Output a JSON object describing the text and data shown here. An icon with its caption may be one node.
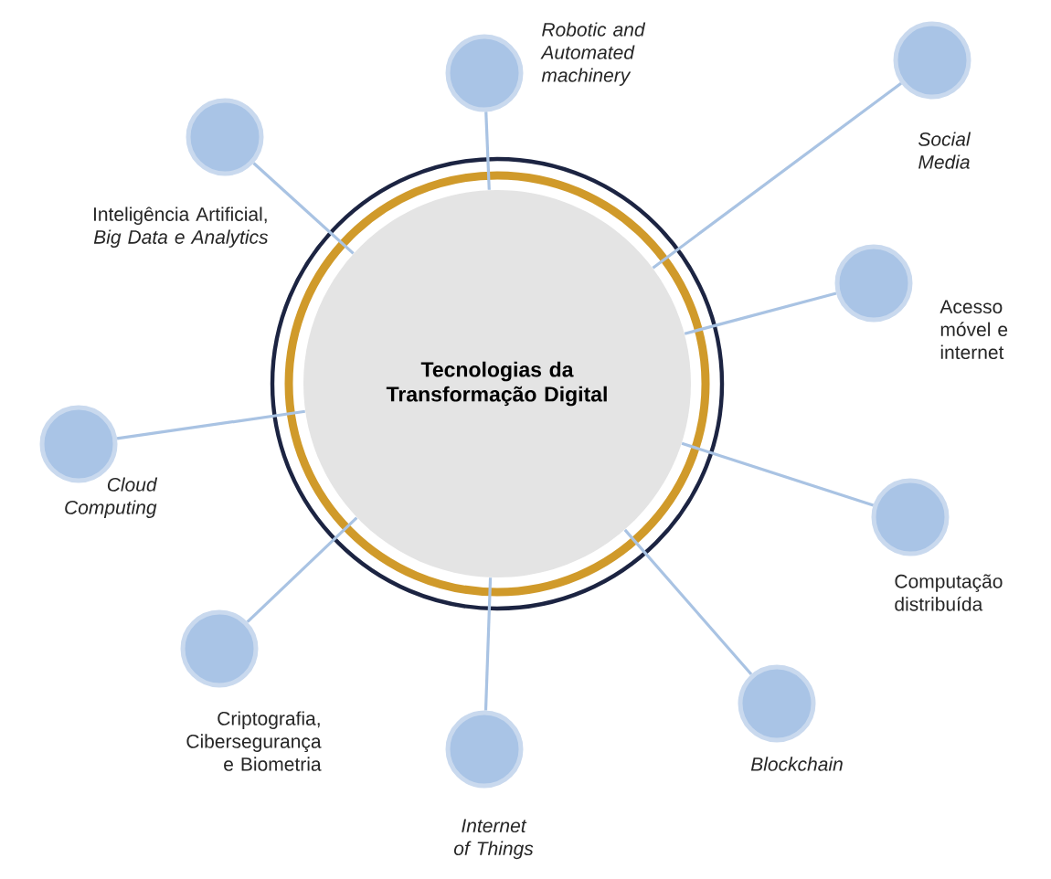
{
  "diagram": {
    "nodes": [
      {
        "text": [
          "Tecnologias da Transformação Digital"
        ]
      },
      {
        "text": [],
        "shape": "circle",
        "beside": [
          "Robotic and Automated machinery"
        ]
      },
      {
        "text": [],
        "shape": "circle",
        "beside": [
          "Social Media"
        ]
      },
      {
        "text": [],
        "shape": "circle",
        "beside": [
          "Inteligência Artificial, *Big Data e Analytics*"
        ]
      },
      {
        "text": [],
        "shape": "circle",
        "beside": [
          "Acesso móvel e internet"
        ]
      },
      {
        "text": [],
        "shape": "circle",
        "beside": [
          "Cloud Computing"
        ]
      },
      {
        "text": [],
        "shape": "circle",
        "beside": [
          "Computação distribuída"
        ]
      },
      {
        "text": [],
        "shape": "circle",
        "beside": [
          "Criptografia, Cibersegurança e Biometria"
        ]
      },
      {
        "text": [],
        "shape": "circle",
        "beside": [
          "Blockchain"
        ]
      },
      {
        "text": [],
        "shape": "circle",
        "beside": [
          "Internet of Things"
        ]
      }
    ],
    "edges": [
      {
        "from": 1,
        "to": 0,
        "arrow": "none"
      },
      {
        "from": 2,
        "to": 0,
        "arrow": "none"
      },
      {
        "from": 3,
        "to": 0,
        "arrow": "none"
      },
      {
        "from": 4,
        "to": 0,
        "arrow": "none"
      },
      {
        "from": 5,
        "to": 0,
        "arrow": "none"
      },
      {
        "from": 6,
        "to": 0,
        "arrow": "none"
      },
      {
        "from": 7,
        "to": 0,
        "arrow": "none"
      },
      {
        "from": 8,
        "to": 0,
        "arrow": "none"
      },
      {
        "from": 9,
        "to": 0,
        "arrow": "none"
      }
    ]
  }
}
